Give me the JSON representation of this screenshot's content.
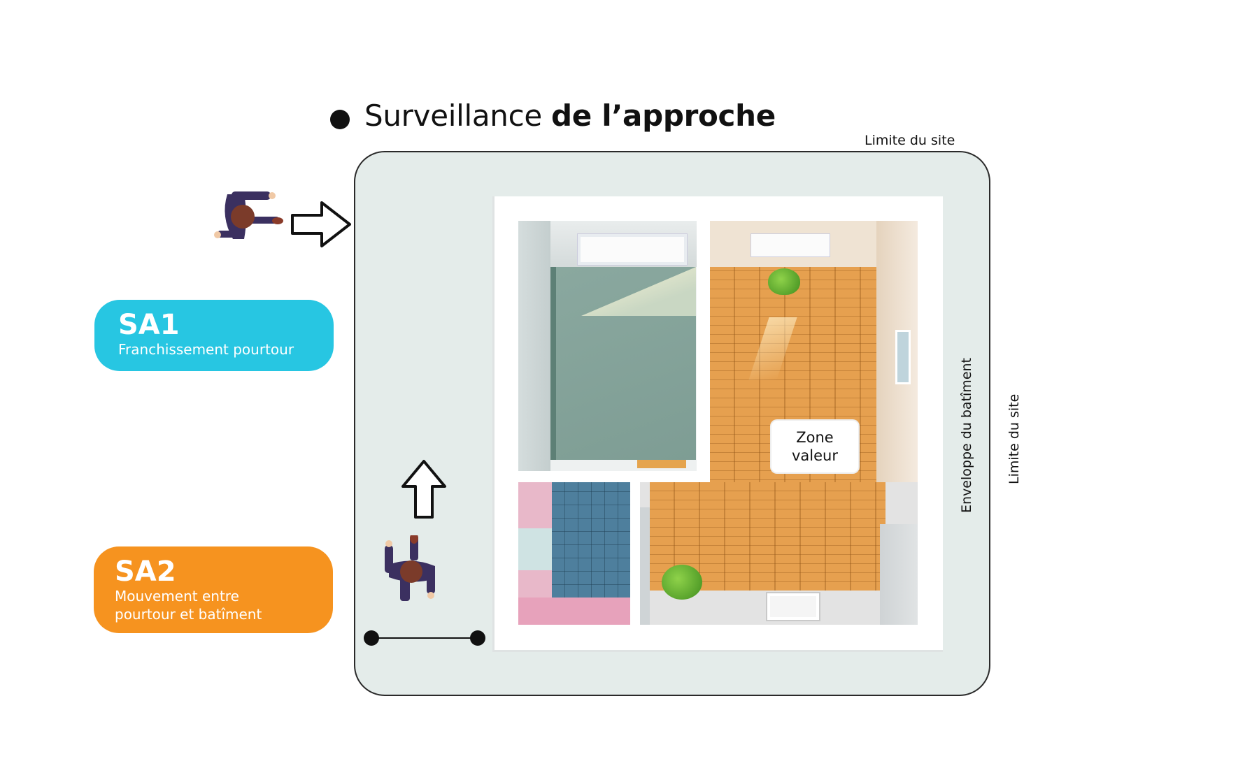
{
  "title": {
    "light": "Surveillance",
    "bold": "de l’approche"
  },
  "labels": {
    "site_top": "Limite du site",
    "site_right": "Limite du site",
    "envelope": "Enveloppe du batîment"
  },
  "zone": {
    "line1": "Zone",
    "line2": "valeur"
  },
  "sa1": {
    "code": "SA1",
    "desc": "Franchissement pourtour",
    "color": "#27c6e2"
  },
  "sa2": {
    "code": "SA2",
    "desc_line1": "Mouvement entre",
    "desc_line2": "pourtour et batîment",
    "color": "#f6931f"
  }
}
